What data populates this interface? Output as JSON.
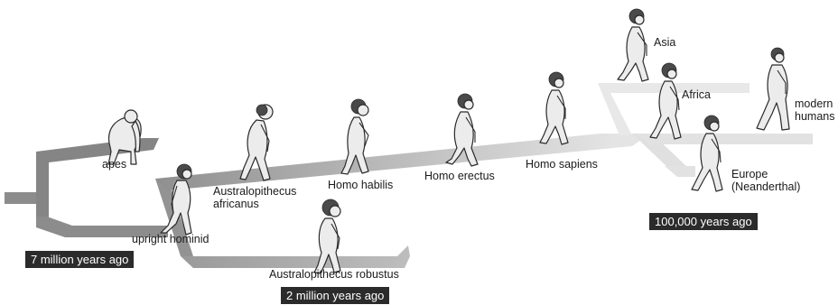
{
  "diagram": {
    "species": {
      "apes": "apes",
      "upright_hominid": "upright hominid",
      "australopithecus_africanus": "Australopithecus\nafricanus",
      "homo_habilis": "Homo habilis",
      "australopithecus_robustus": "Australopithecus robustus",
      "homo_erectus": "Homo erectus",
      "homo_sapiens": "Homo sapiens",
      "asia": "Asia",
      "africa": "Africa",
      "europe": "Europe\n(Neanderthal)",
      "modern_humans": "modern\nhumans"
    },
    "time_markers": {
      "seven_million": "7 million years ago",
      "two_million": "2 million years ago",
      "hundred_thousand": "100,000 years ago"
    },
    "colors": {
      "branch_dark": "#8c8c8c",
      "branch_light": "#e6e6e6",
      "marker_bg": "#2b2b2b",
      "marker_text": "#ffffff"
    }
  }
}
